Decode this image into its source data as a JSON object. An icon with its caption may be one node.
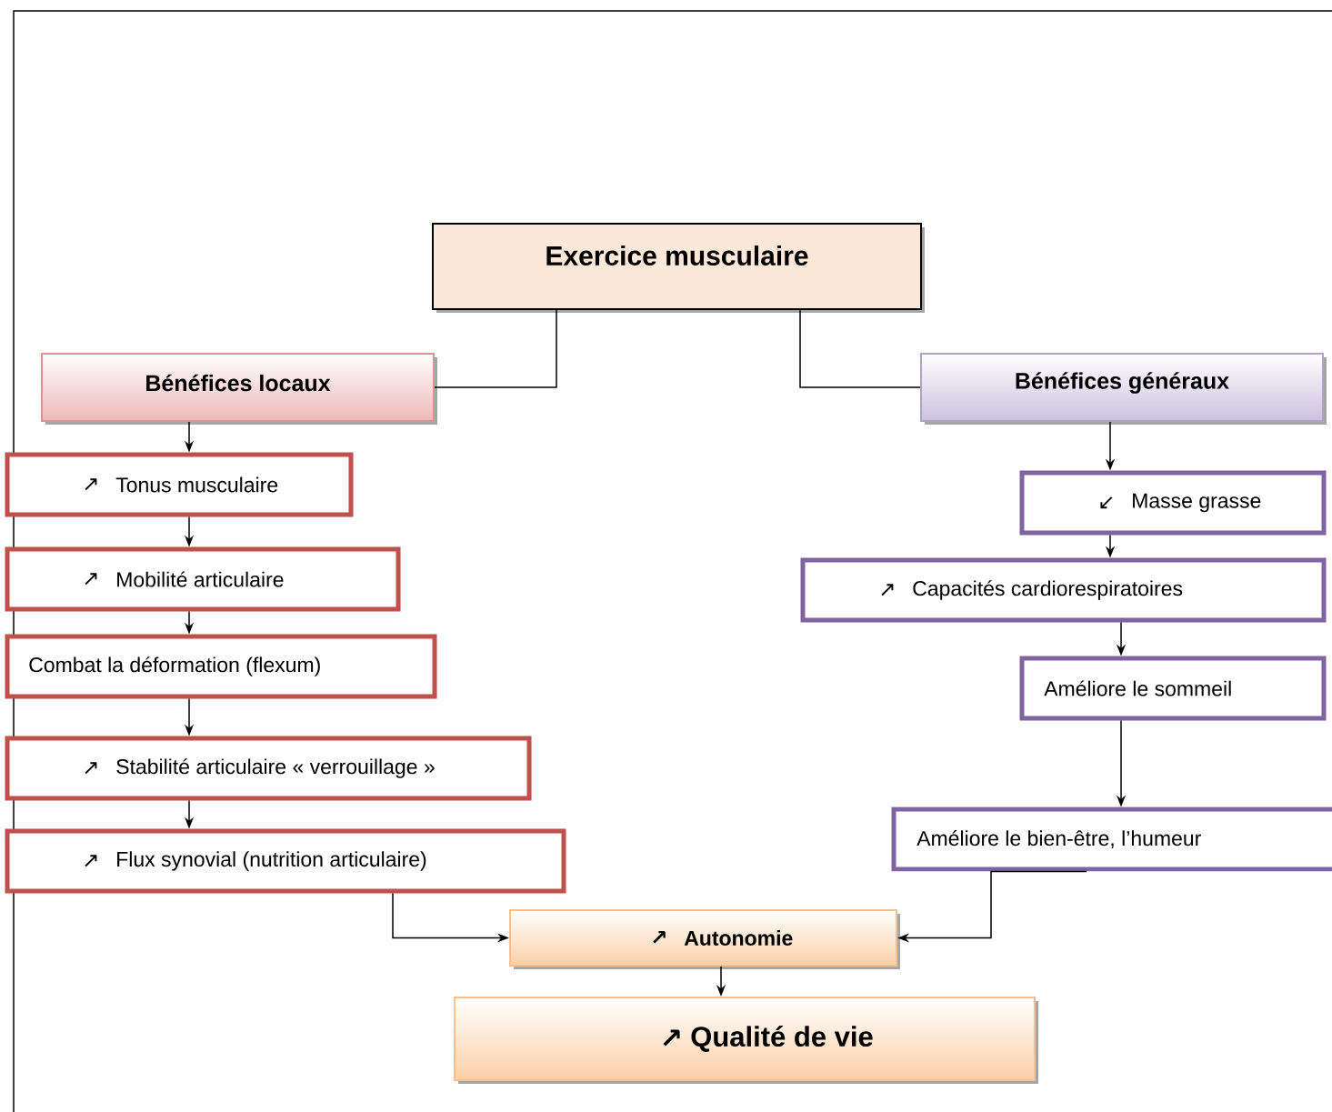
{
  "diagram": {
    "nodes": [
      {
        "text": [
          "Exercice musculaire"
        ]
      },
      {
        "text": [
          "Bénéfices locaux"
        ]
      },
      {
        "text": [
          "Bénéfices généraux"
        ]
      },
      {
        "text": [
          "↗",
          "Tonus musculaire"
        ]
      },
      {
        "text": [
          "↗",
          "Mobilité articulaire"
        ]
      },
      {
        "text": [
          "Combat la déformation (flexum)"
        ]
      },
      {
        "text": [
          "↗",
          "Stabilité articulaire « verrouillage »"
        ]
      },
      {
        "text": [
          "↗",
          "Flux synovial  (nutrition articulaire)"
        ]
      },
      {
        "text": [
          "↙",
          "Masse grasse"
        ]
      },
      {
        "text": [
          "↗",
          "Capacités cardiorespiratoires"
        ]
      },
      {
        "text": [
          "Améliore le sommeil"
        ]
      },
      {
        "text": [
          "Améliore le bien-être, l’humeur"
        ]
      },
      {
        "text": [
          "↗",
          "Autonomie"
        ]
      },
      {
        "text": [
          "↗",
          "Qualité de vie"
        ]
      }
    ],
    "edges": [
      {
        "from": 0,
        "to": 1,
        "arrow": "none"
      },
      {
        "from": 0,
        "to": 2,
        "arrow": "none"
      },
      {
        "from": 1,
        "to": 3,
        "arrow": "to"
      },
      {
        "from": 3,
        "to": 4,
        "arrow": "to"
      },
      {
        "from": 4,
        "to": 5,
        "arrow": "to"
      },
      {
        "from": 5,
        "to": 6,
        "arrow": "to"
      },
      {
        "from": 6,
        "to": 7,
        "arrow": "to"
      },
      {
        "from": 2,
        "to": 8,
        "arrow": "to"
      },
      {
        "from": 8,
        "to": 9,
        "arrow": "to"
      },
      {
        "from": 9,
        "to": 10,
        "arrow": "to"
      },
      {
        "from": 10,
        "to": 11,
        "arrow": "to"
      },
      {
        "from": 7,
        "to": 12,
        "arrow": "to"
      },
      {
        "from": 11,
        "to": 12,
        "arrow": "to"
      },
      {
        "from": 12,
        "to": 13,
        "arrow": "to"
      }
    ]
  }
}
